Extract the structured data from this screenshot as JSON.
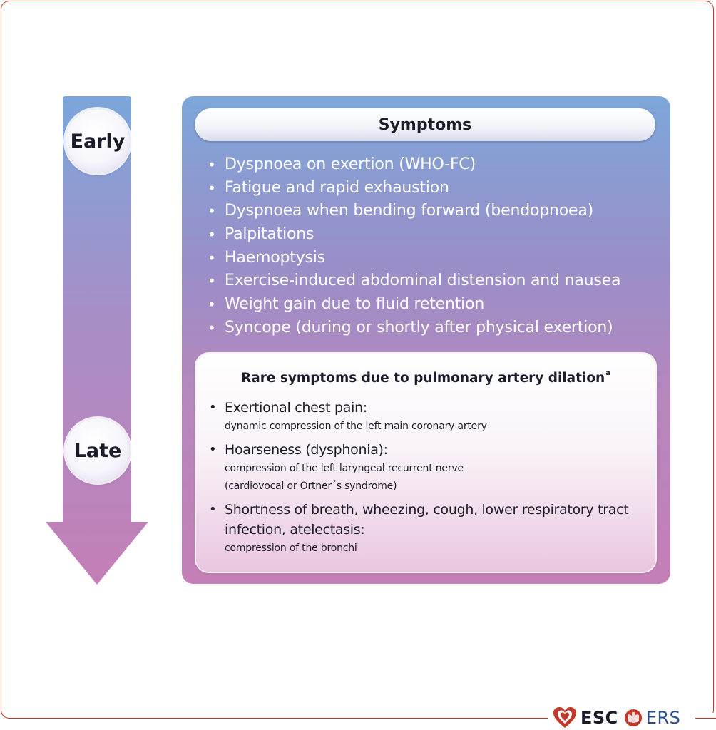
{
  "timeline": {
    "early_label": "Early",
    "late_label": "Late",
    "gradient_top": "#7aa6db",
    "gradient_bottom": "#c47fb6"
  },
  "symptoms": {
    "title": "Symptoms",
    "items": [
      "Dyspnoea on exertion (WHO-FC)",
      "Fatigue and rapid exhaustion",
      "Dyspnoea when bending forward (bendopnoea)",
      "Palpitations",
      "Haemoptysis",
      "Exercise-induced abdominal distension and nausea",
      "Weight gain due to fluid retention",
      "Syncope (during or shortly after physical exertion)"
    ]
  },
  "rare_symptoms": {
    "title": "Rare symptoms due to pulmonary artery dilation",
    "title_superscript": "a",
    "items": [
      {
        "main": "Exertional chest pain:",
        "sub": [
          "dynamic compression of the left main coronary artery"
        ]
      },
      {
        "main": "Hoarseness (dysphonia):",
        "sub": [
          "compression of the left laryngeal recurrent nerve",
          "(cardiovocal or Ortner´s syndrome)"
        ]
      },
      {
        "main": "Shortness of breath, wheezing, cough, lower respiratory tract infection, atelectasis:",
        "sub": [
          "compression of the bronchi"
        ]
      }
    ]
  },
  "logos": {
    "esc_label": "ESC",
    "ers_label": "ERS",
    "esc_color": "#c0392b",
    "ers_color": "#2b4c8c"
  }
}
